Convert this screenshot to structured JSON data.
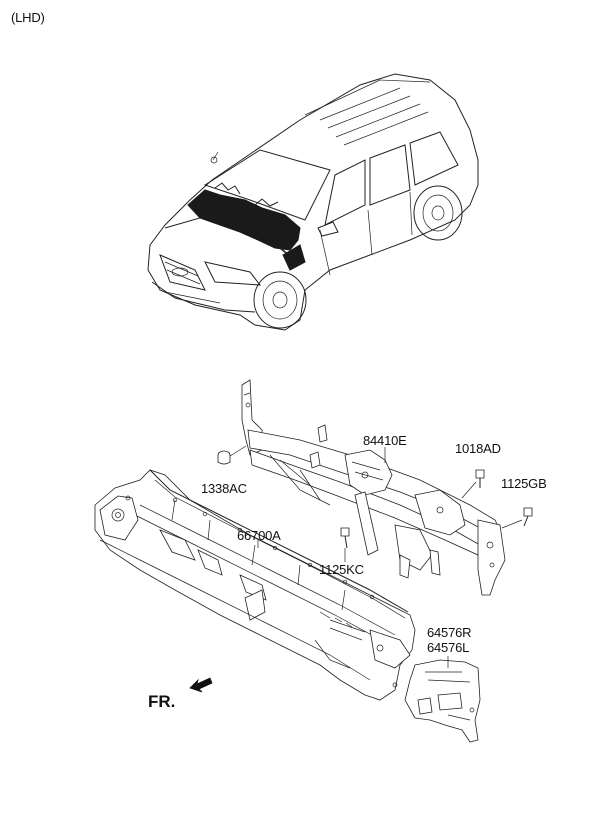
{
  "header": {
    "variant": "(LHD)"
  },
  "direction": {
    "label": "FR."
  },
  "parts": [
    {
      "id": "84410E"
    },
    {
      "id": "1018AD"
    },
    {
      "id": "1338AC"
    },
    {
      "id": "1125GB"
    },
    {
      "id": "66700A"
    },
    {
      "id": "1125KC"
    },
    {
      "id": "64576R"
    },
    {
      "id": "64576L"
    }
  ],
  "colors": {
    "line": "#222222",
    "background": "#ffffff",
    "highlight": "#1a1a1a"
  }
}
